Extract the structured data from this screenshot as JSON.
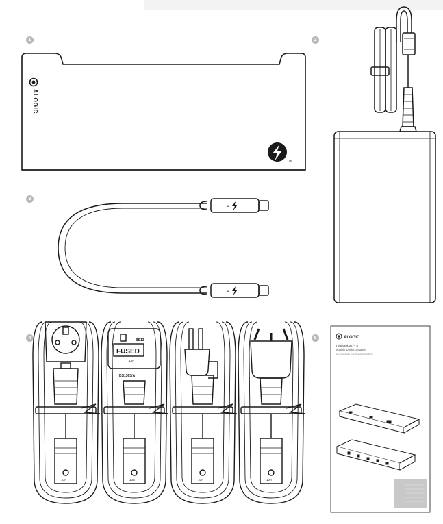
{
  "numbers": [
    "1",
    "2",
    "3",
    "4",
    "5"
  ],
  "dock": {
    "brand": "ALOGIC",
    "tm": "TM"
  },
  "cable": {
    "marking": "4"
  },
  "uk_plug": {
    "fused": "FUSED",
    "bs_top": "BS13",
    "bs_bottom": "BS1363/A",
    "rating": "13A"
  },
  "plug_marking": "10A",
  "manual": {
    "brand": "ALOGIC",
    "title": "Thunderbolt™ 4",
    "subtitle": "Multiple Docking Station",
    "tagline": "Get started with your Thunderbolt 4 Dock"
  }
}
